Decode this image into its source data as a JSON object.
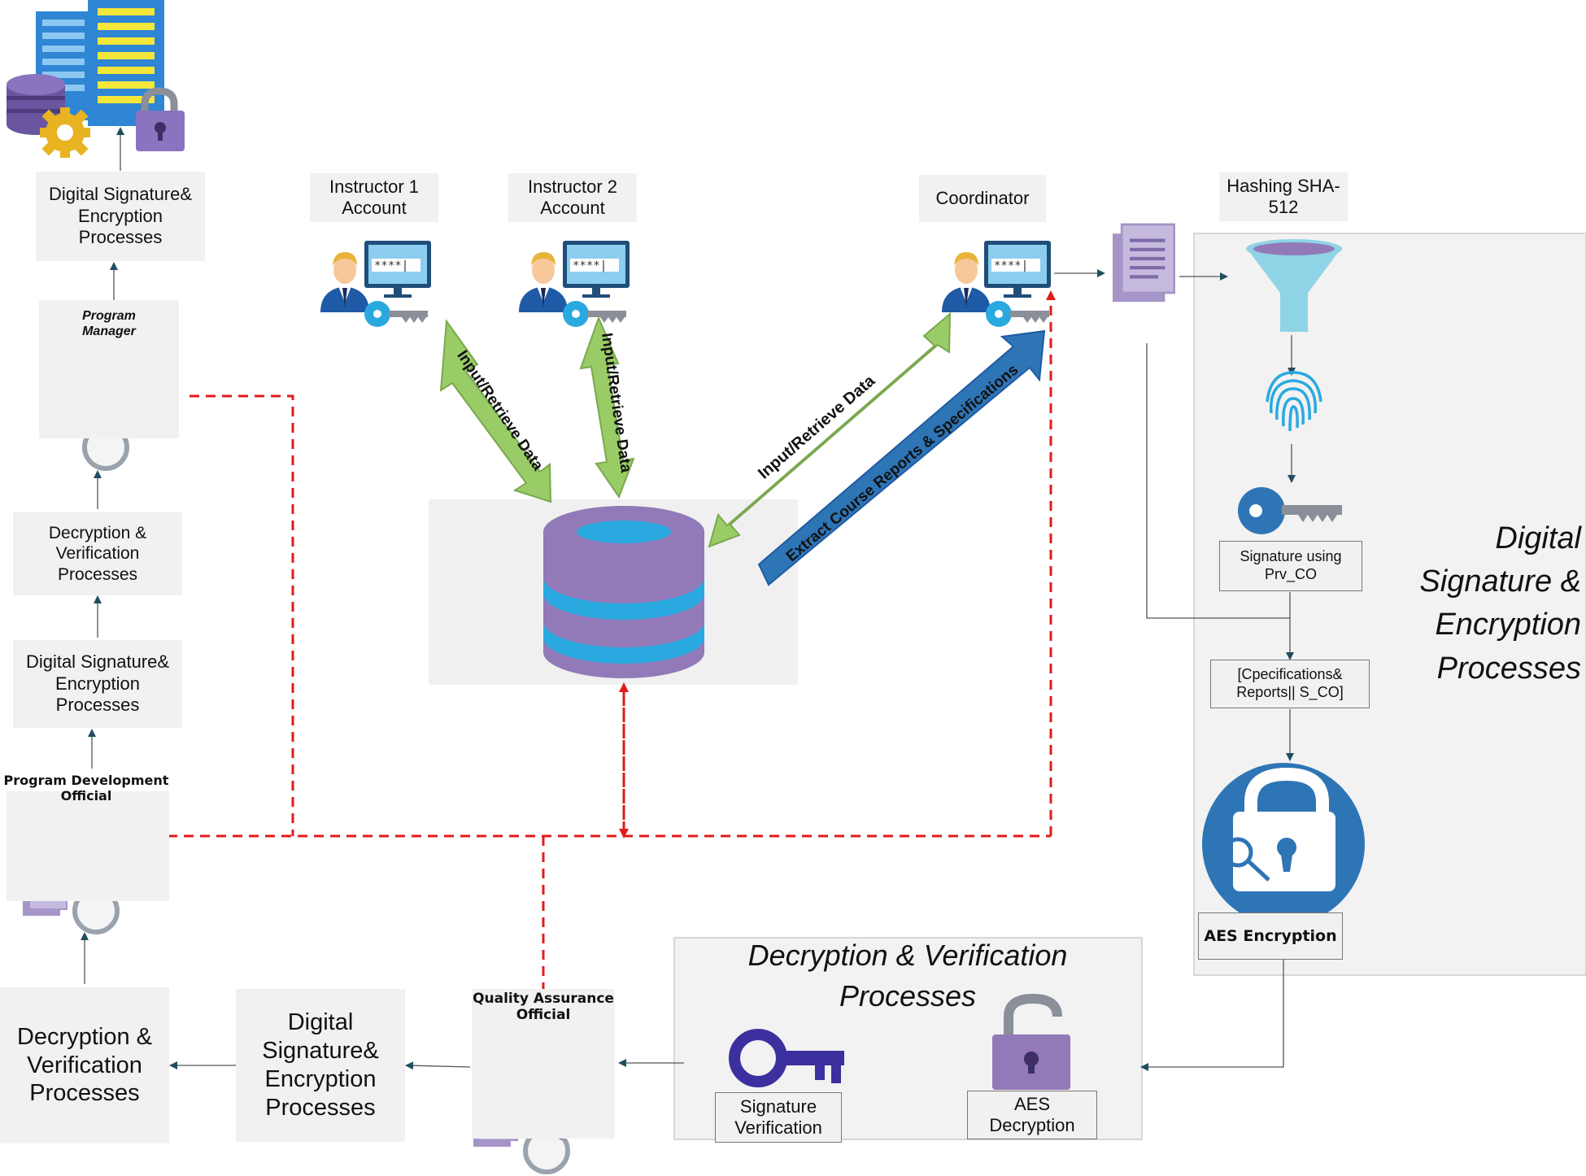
{
  "title": "",
  "colors": {
    "arrow_green": "#99cc66",
    "arrow_blue": "#2e75b6",
    "db_purple": "#9279b8",
    "db_stripe": "#29a9e0",
    "dashed_red": "#e01b1b",
    "box_fill": "#f1f1f1",
    "panel_fill": "#f2f2f2",
    "connector": "#1f4e5f"
  },
  "left_column": {
    "ds_enc_top": [
      "Digital Signature&",
      "Encryption",
      "Processes"
    ],
    "program_manager": [
      "Program",
      "Manager"
    ],
    "dec_ver_mid": [
      "Decryption &",
      "Verification",
      "Processes"
    ],
    "ds_enc_mid": [
      "Digital Signature&",
      "Encryption",
      "Processes"
    ],
    "program_development_official": [
      "Program Development",
      "Official"
    ]
  },
  "accounts": {
    "instructor1": [
      "Instructor 1",
      "Account"
    ],
    "instructor2": [
      "Instructor 2",
      "Account"
    ],
    "coordinator": "Coordinator"
  },
  "arrows": {
    "instructor1_db": "Input/Retrieve Data",
    "instructor2_db": "Input/Retrieve Data",
    "coordinator_db": "Input/Retrieve Data",
    "extract": "Extract Course Reports & Specifications"
  },
  "right_panel": {
    "hashing": [
      "Hashing SHA-",
      "512"
    ],
    "signature_box": [
      "Signature using",
      "Prv_CO"
    ],
    "concat_box": [
      "[Cpecifications&",
      "Reports|| S_CO]"
    ],
    "aes_encryption": "AES Encryption",
    "panel_title": [
      "Digital",
      "Signature &",
      "Encryption",
      "Processes"
    ]
  },
  "bottom": {
    "dec_ver_panel_title": [
      "Decryption & Verification",
      "Processes"
    ],
    "signature_verification": [
      "Signature",
      "Verification"
    ],
    "aes_decryption": [
      "AES",
      "Decryption"
    ],
    "quality_assurance_official": [
      "Quality Assurance",
      "Official"
    ],
    "ds_enc_bottom": [
      "Digital",
      "Signature&",
      "Encryption",
      "Processes"
    ],
    "dec_ver_bottom": [
      "Decryption &",
      "Verification",
      "Processes"
    ]
  },
  "icons": [
    "server-rack-icon",
    "database-icon",
    "gear-icon",
    "padlock-icon",
    "person-icon",
    "monitor-icon",
    "key-icon",
    "magnifier-icon",
    "document-icon",
    "funnel-icon",
    "fingerprint-icon",
    "open-padlock-icon"
  ]
}
